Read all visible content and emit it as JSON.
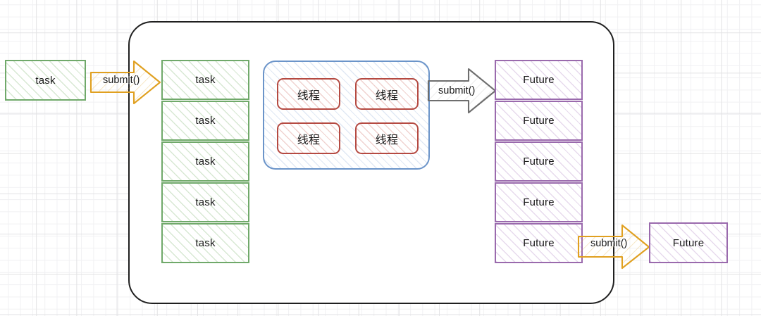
{
  "diagram": {
    "title": "Thread pool submit() flow",
    "background": {
      "type": "graph-paper",
      "major_color": "#e2e2e4",
      "minor_color": "#f1f1f3"
    },
    "container": {
      "name": "thread-pool-boundary",
      "border_color": "#1f1f1f",
      "fill": "#ffffff"
    },
    "colors": {
      "task_green": "#70a96a",
      "future_purple": "#9a6aad",
      "thread_red": "#b54a42",
      "pool_blue": "#6b94c9",
      "arrow_orange": "#e0a020",
      "arrow_gray": "#6e6e6e"
    },
    "input_task": {
      "label": "task"
    },
    "task_queue": {
      "name": "task-queue",
      "items": [
        {
          "label": "task"
        },
        {
          "label": "task"
        },
        {
          "label": "task"
        },
        {
          "label": "task"
        },
        {
          "label": "task"
        }
      ]
    },
    "thread_pool": {
      "name": "worker-thread-pool",
      "threads": [
        {
          "label": "线程"
        },
        {
          "label": "线程"
        },
        {
          "label": "线程"
        },
        {
          "label": "线程"
        }
      ]
    },
    "future_queue": {
      "name": "future-queue",
      "items": [
        {
          "label": "Future"
        },
        {
          "label": "Future"
        },
        {
          "label": "Future"
        },
        {
          "label": "Future"
        },
        {
          "label": "Future"
        }
      ]
    },
    "output_future": {
      "label": "Future"
    },
    "arrows": [
      {
        "id": "arrow-submit-in",
        "label": "submit()",
        "style": "orange"
      },
      {
        "id": "arrow-submit-middle",
        "label": "submit()",
        "style": "gray"
      },
      {
        "id": "arrow-submit-out",
        "label": "submit()",
        "style": "orange"
      }
    ]
  }
}
